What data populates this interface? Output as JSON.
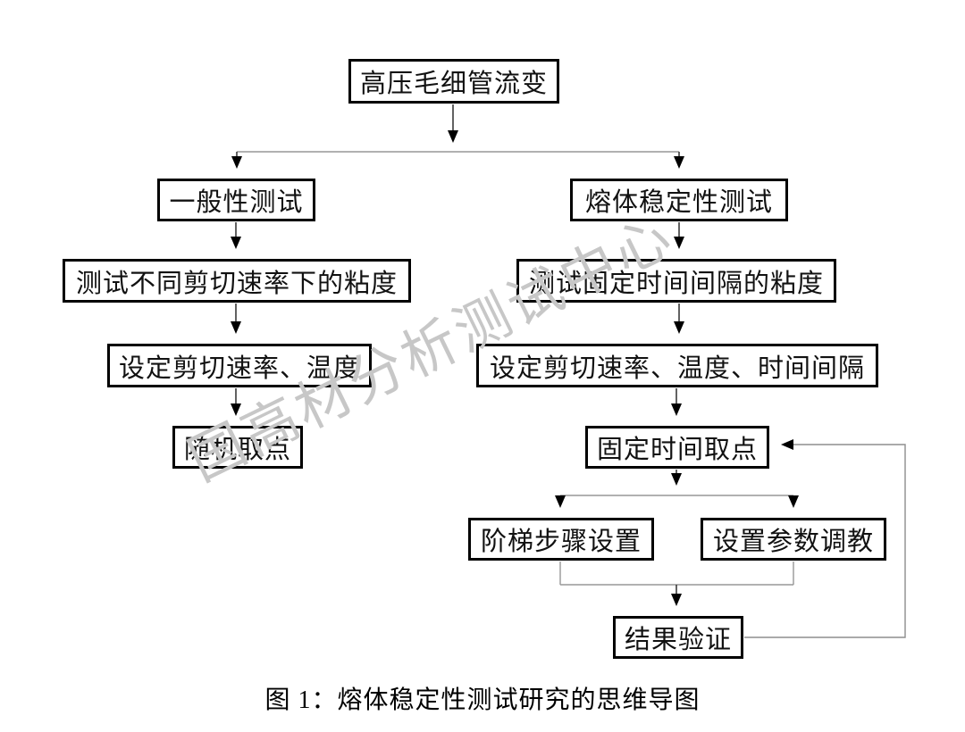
{
  "figure": {
    "caption": "图 1：熔体稳定性测试研究的思维导图",
    "watermark": "国高材分析测试中心"
  },
  "nodes": {
    "root": "高压毛细管流变",
    "general_test": "一般性测试",
    "stability_test": "熔体稳定性测试",
    "general_step1": "测试不同剪切速率下的粘度",
    "general_step2": "设定剪切速率、温度",
    "general_step3": "随机取点",
    "stability_step1": "测试固定时间间隔的粘度",
    "stability_step2": "设定剪切速率、温度、时间间隔",
    "stability_step3": "固定时间取点",
    "branch_step_settings": "阶梯步骤设置",
    "branch_param_tuning": "设置参数调教",
    "result": "结果验证"
  },
  "colors": {
    "box_border": "#000000",
    "arrow_line": "#3a3a3a",
    "plain_line": "#979797",
    "arrowhead": "#000000",
    "watermark": "#c7c7c7",
    "background": "#ffffff"
  }
}
